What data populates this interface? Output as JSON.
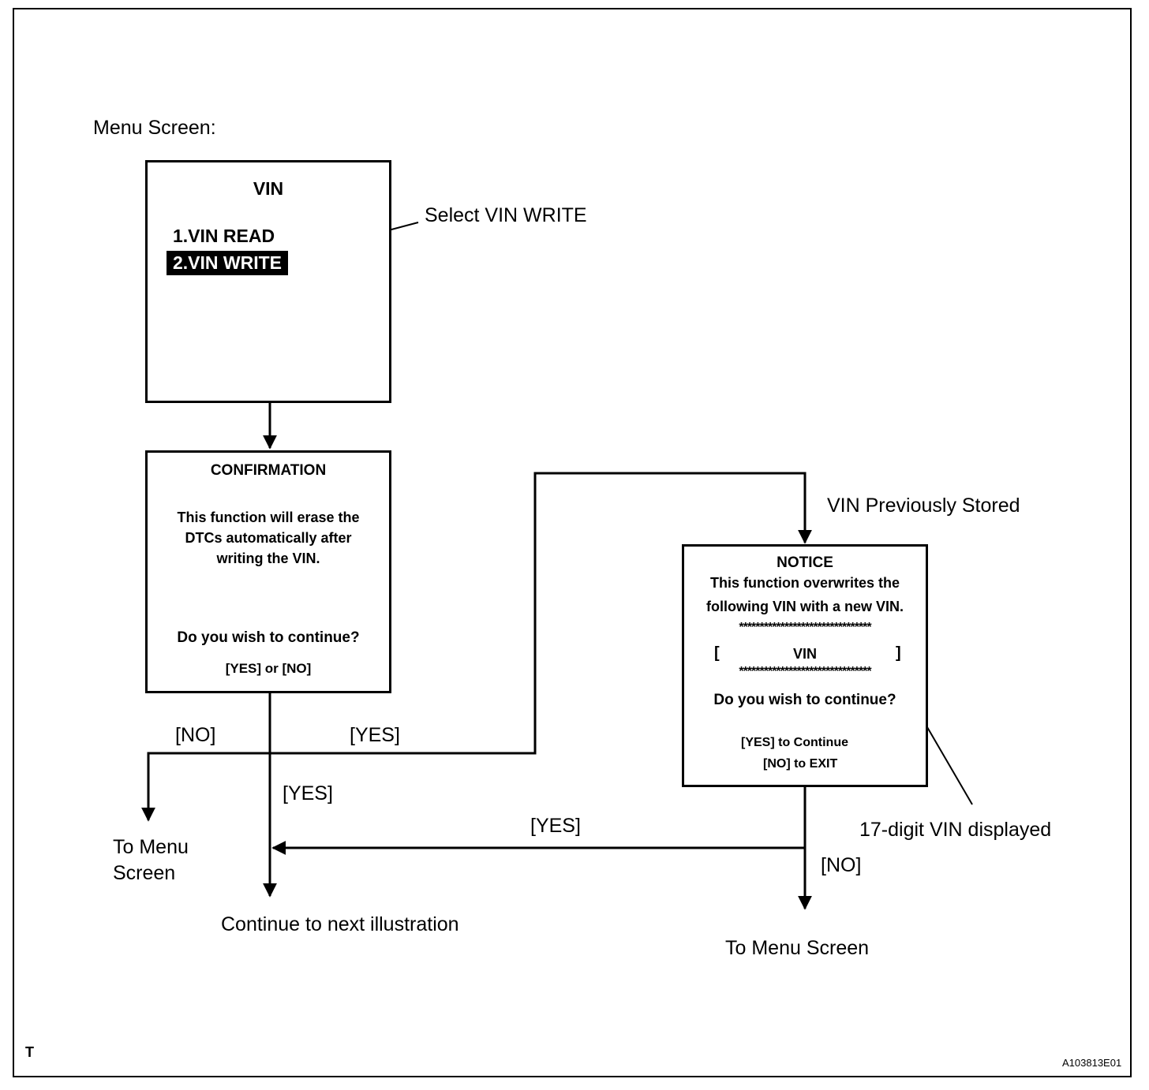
{
  "menu_label": "Menu Screen:",
  "vin_box": {
    "title": "VIN",
    "item1": "1.VIN READ",
    "item2": "2.VIN WRITE"
  },
  "select_callout": "Select VIN WRITE",
  "confirm_box": {
    "title": "CONFIRMATION",
    "line1": "This function will erase the",
    "line2": "DTCs automatically after",
    "line3": "writing the VIN.",
    "question": "Do you wish to continue?",
    "options": "[YES] or [NO]"
  },
  "vin_prev_label": "VIN Previously Stored",
  "notice_box": {
    "title": "NOTICE",
    "line1": "This function overwrites the",
    "line2": "following VIN with a new VIN.",
    "stars": "********************************",
    "bracket_open": "[",
    "vin": "VIN",
    "bracket_close": "]",
    "question": "Do you wish to continue?",
    "yes_option": "[YES] to Continue",
    "no_option": "[NO] to EXIT"
  },
  "labels": {
    "no_left": "[NO]",
    "yes_top": "[YES]",
    "yes_mid": "[YES]",
    "yes_bottom": "[YES]",
    "no_right": "[NO]",
    "to_menu_left_1": "To Menu",
    "to_menu_left_2": "Screen",
    "continue_next": "Continue to next illustration",
    "to_menu_right": "To Menu Screen",
    "digit_vin": "17-digit VIN displayed"
  },
  "corner_left": "T",
  "corner_right": "A103813E01"
}
